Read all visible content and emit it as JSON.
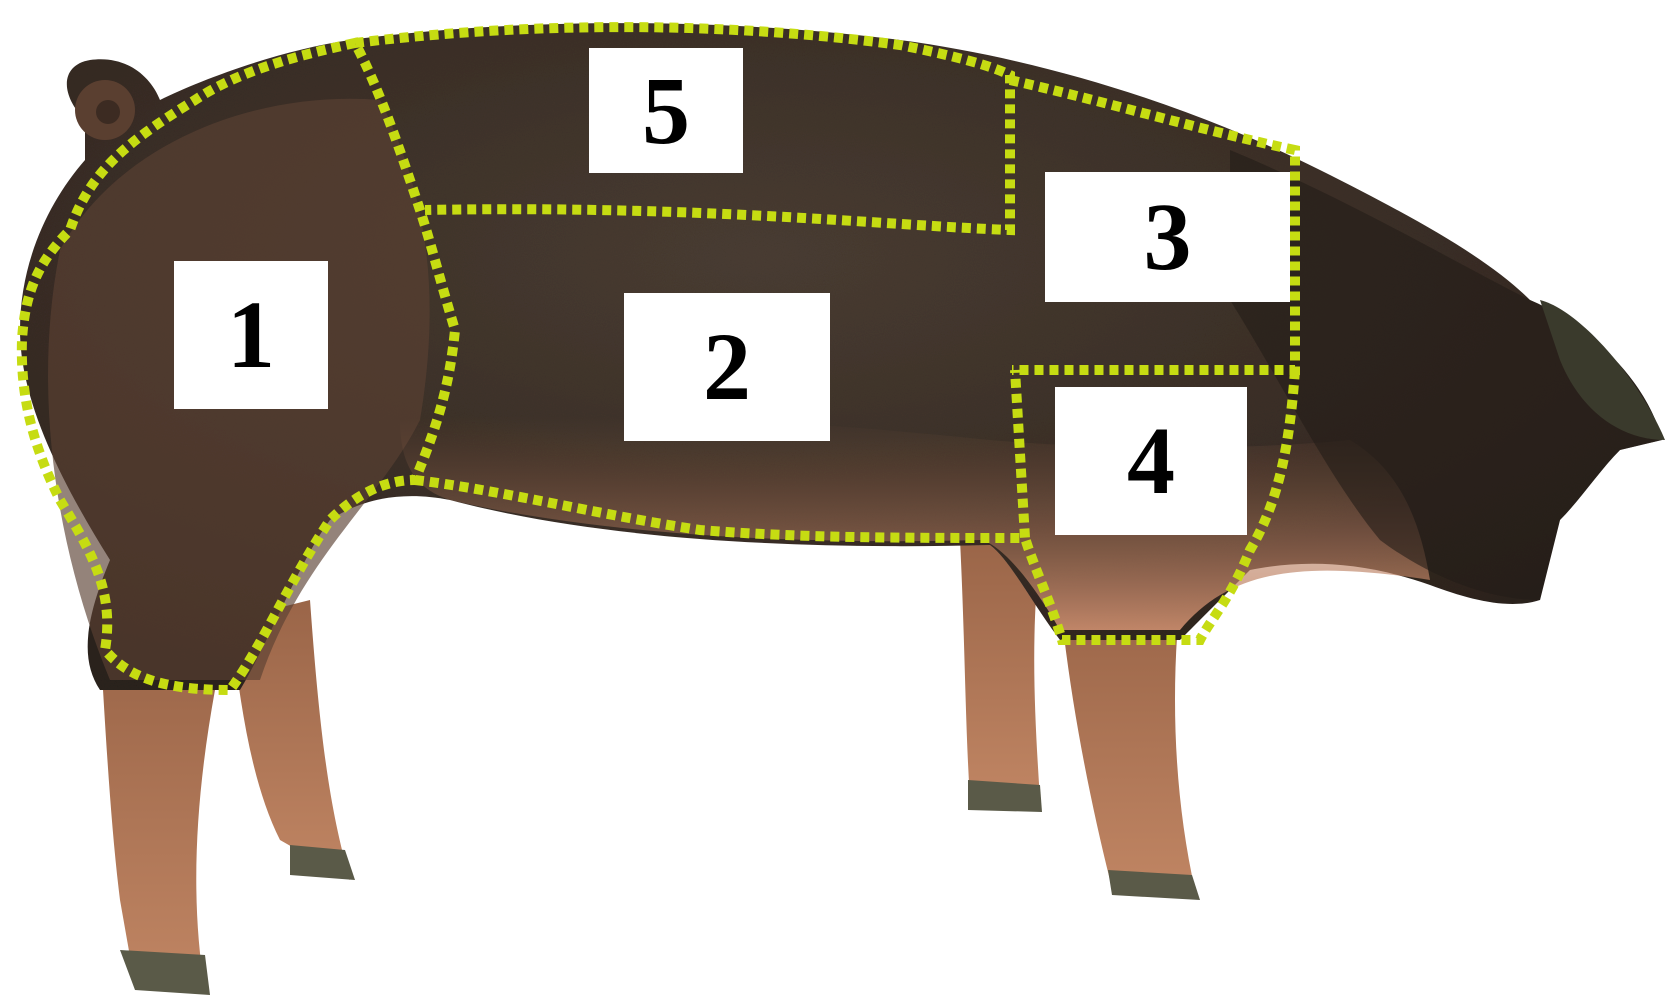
{
  "colors": {
    "background": "#ffffff",
    "pig_dark": "#2b221c",
    "pig_brown": "#5c4133",
    "pig_belly": "#c48a67",
    "outline": "#c6dc12",
    "label_bg": "#ffffff",
    "label_text": "#000000"
  },
  "image": {
    "subject": "pig-side-view",
    "outline_style": "dotted"
  },
  "regions": [
    {
      "id": "region-1",
      "label": "1"
    },
    {
      "id": "region-2",
      "label": "2"
    },
    {
      "id": "region-3",
      "label": "3"
    },
    {
      "id": "region-4",
      "label": "4"
    },
    {
      "id": "region-5",
      "label": "5"
    }
  ]
}
